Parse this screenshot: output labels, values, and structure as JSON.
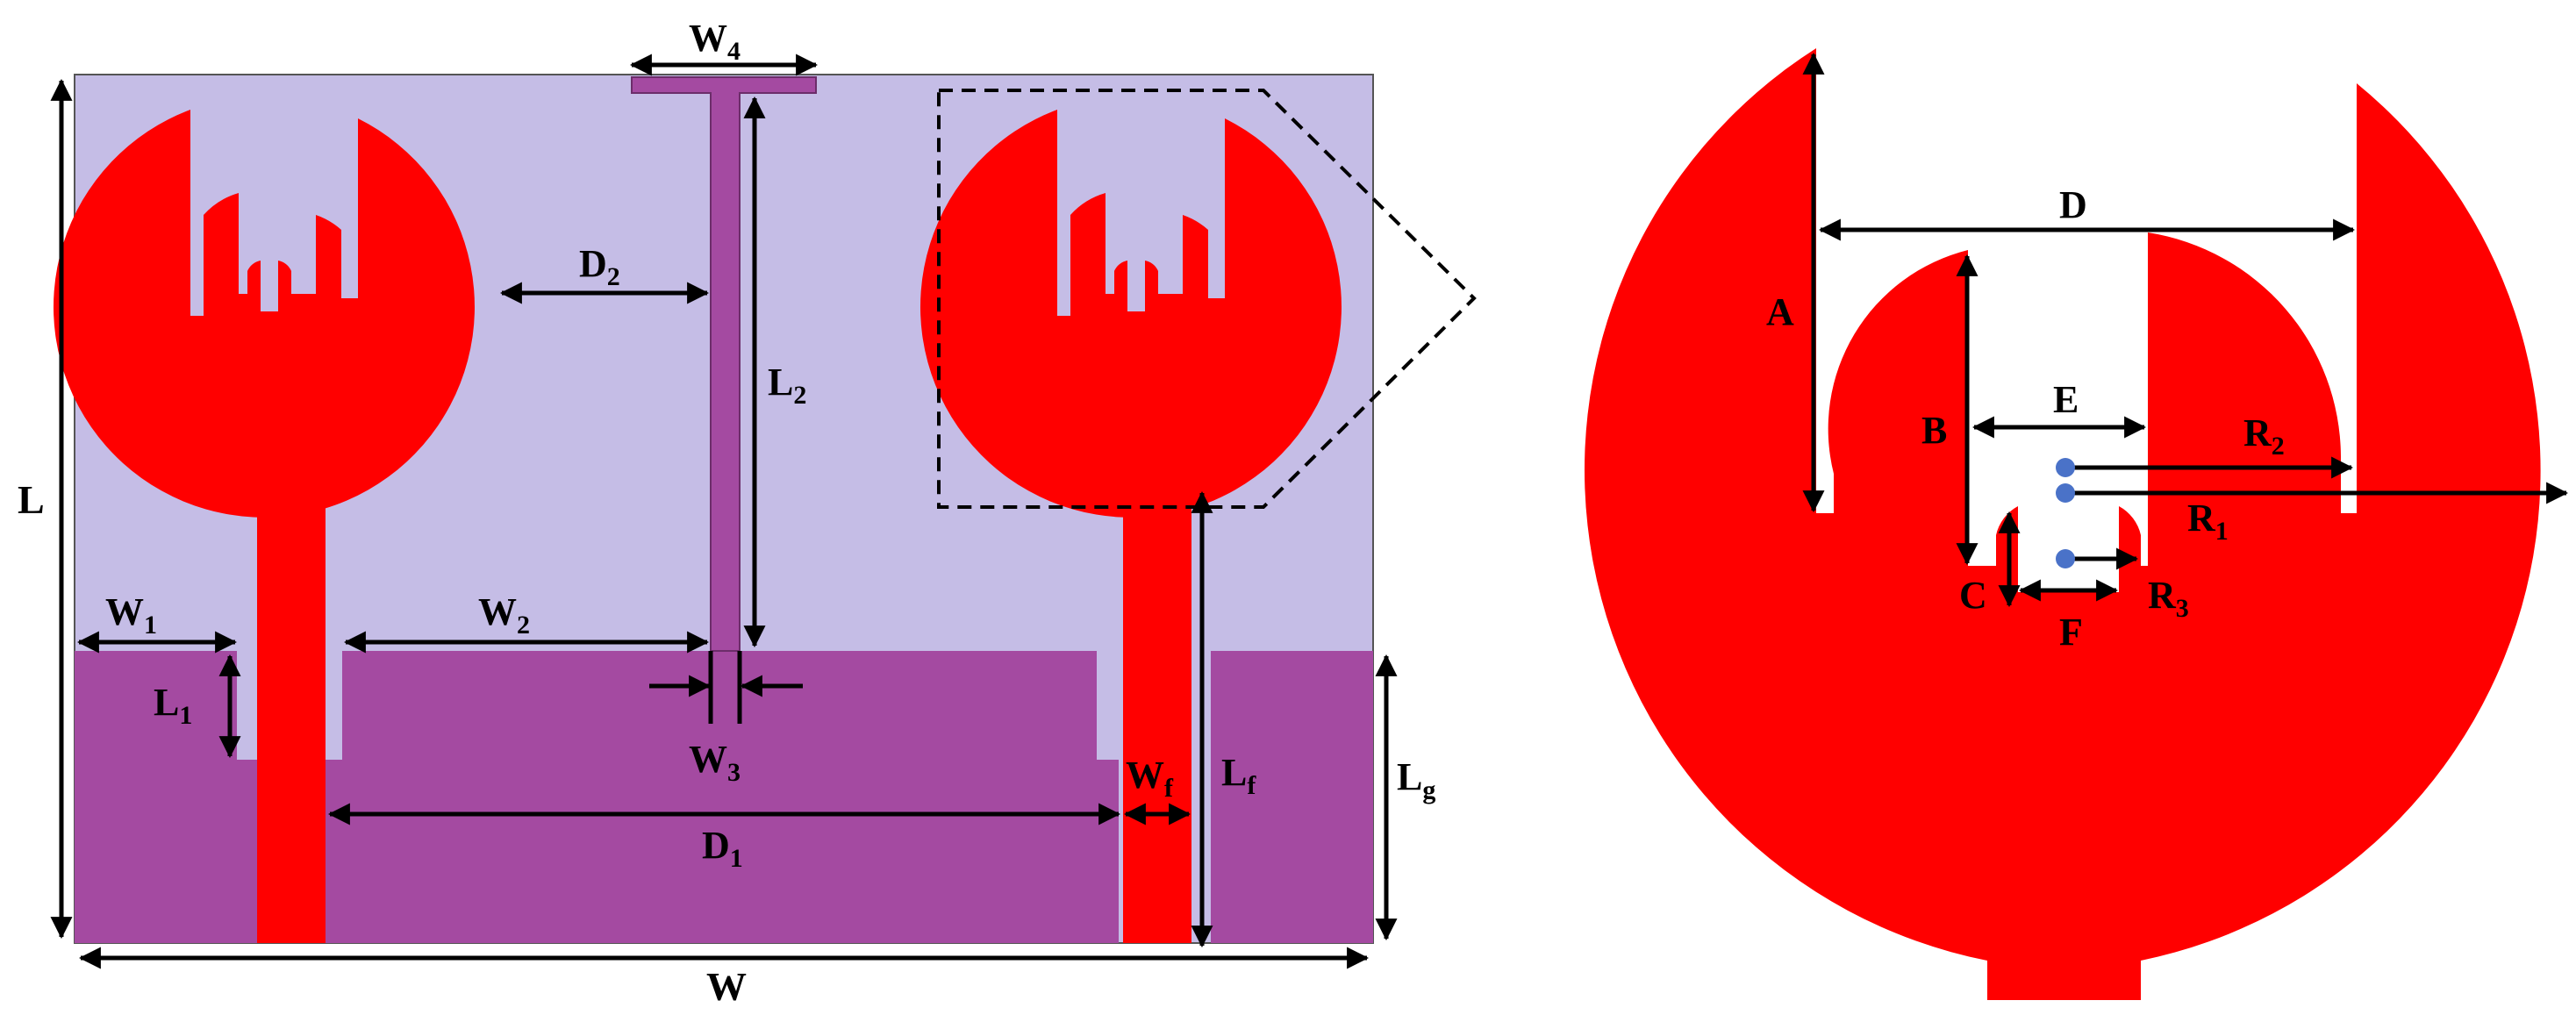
{
  "colors": {
    "substrate": "#c5bde6",
    "ground": "#a44aa1",
    "patch": "#ff0000",
    "dimension_line": "#000000",
    "point": "#4a72c8"
  },
  "left_labels": {
    "L": {
      "main": "L",
      "sub": ""
    },
    "W": {
      "main": "W",
      "sub": ""
    },
    "W1": {
      "main": "W",
      "sub": "1"
    },
    "W2": {
      "main": "W",
      "sub": "2"
    },
    "W3": {
      "main": "W",
      "sub": "3"
    },
    "W4": {
      "main": "W",
      "sub": "4"
    },
    "Wf": {
      "main": "W",
      "sub": "f"
    },
    "L1": {
      "main": "L",
      "sub": "1"
    },
    "L2": {
      "main": "L",
      "sub": "2"
    },
    "Lf": {
      "main": "L",
      "sub": "f"
    },
    "Lg": {
      "main": "L",
      "sub": "g"
    },
    "D1": {
      "main": "D",
      "sub": "1"
    },
    "D2": {
      "main": "D",
      "sub": "2"
    }
  },
  "right_labels": {
    "D": {
      "main": "D",
      "sub": ""
    },
    "A": {
      "main": "A",
      "sub": ""
    },
    "B": {
      "main": "B",
      "sub": ""
    },
    "C": {
      "main": "C",
      "sub": ""
    },
    "E": {
      "main": "E",
      "sub": ""
    },
    "F": {
      "main": "F",
      "sub": ""
    },
    "R1": {
      "main": "R",
      "sub": "1"
    },
    "R2": {
      "main": "R",
      "sub": "2"
    },
    "R3": {
      "main": "R",
      "sub": "3"
    }
  }
}
